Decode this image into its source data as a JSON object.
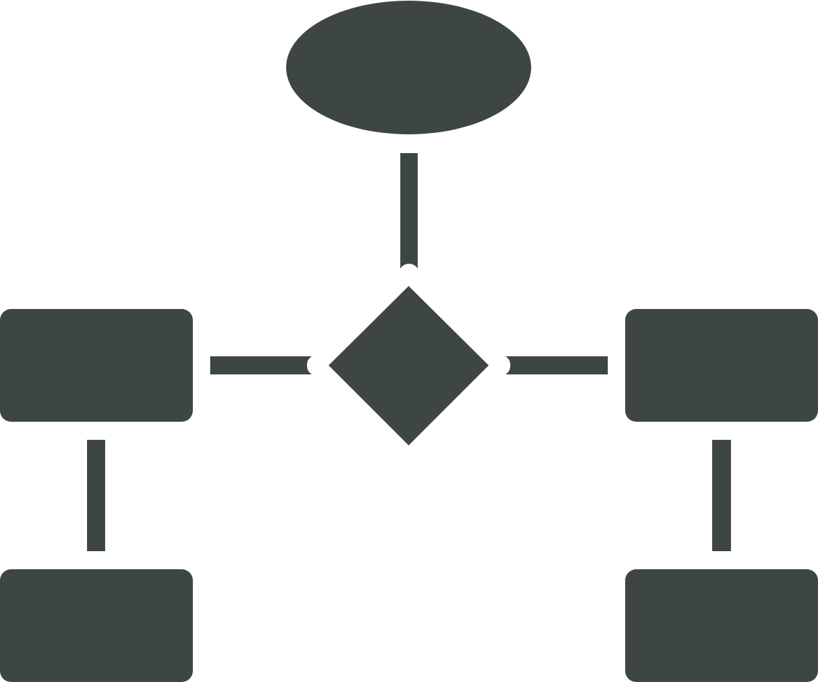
{
  "icon": {
    "name": "flowchart-icon",
    "fill_color": "#3e4644",
    "background_color": "#ffffff"
  },
  "nodes": [
    {
      "id": "start",
      "shape": "ellipse"
    },
    {
      "id": "decision",
      "shape": "diamond"
    },
    {
      "id": "left-process",
      "shape": "rounded-rectangle"
    },
    {
      "id": "right-process",
      "shape": "rounded-rectangle"
    },
    {
      "id": "bottom-left-process",
      "shape": "rounded-rectangle"
    },
    {
      "id": "bottom-right-process",
      "shape": "rounded-rectangle"
    }
  ],
  "edges": [
    {
      "from": "start",
      "to": "decision"
    },
    {
      "from": "decision",
      "to": "left-process"
    },
    {
      "from": "decision",
      "to": "right-process"
    },
    {
      "from": "left-process",
      "to": "bottom-left-process"
    },
    {
      "from": "right-process",
      "to": "bottom-right-process"
    }
  ]
}
